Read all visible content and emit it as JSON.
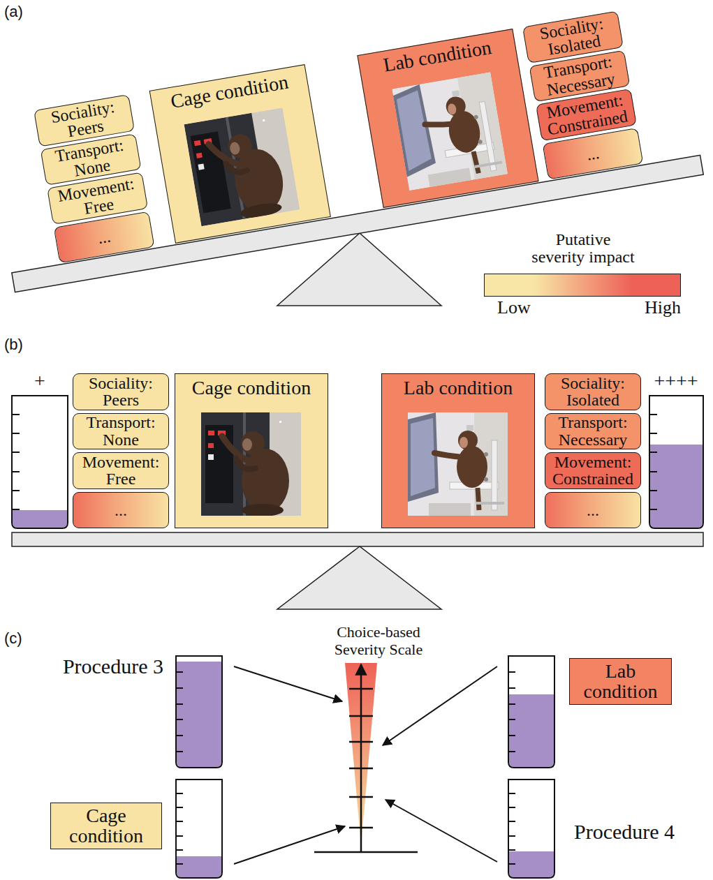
{
  "diagram": {
    "nodes": [
      {
        "text": [
          "Sociality: Peers"
        ]
      },
      {
        "text": [
          "Transport: None"
        ]
      },
      {
        "text": [
          "Movement: Free"
        ]
      },
      {
        "text": [
          "..."
        ]
      },
      {
        "text": [
          "Cage condition"
        ]
      },
      {
        "text": [
          "Lab condition"
        ]
      },
      {
        "text": [
          "Sociality: Isolated"
        ]
      },
      {
        "text": [
          "Transport: Necessary"
        ]
      },
      {
        "text": [
          "Movement: Constrained"
        ]
      },
      {
        "text": [
          "..."
        ]
      },
      {
        "text": [
          "Sociality: Peers"
        ]
      },
      {
        "text": [
          "Transport: None"
        ]
      },
      {
        "text": [
          "Movement: Free"
        ]
      },
      {
        "text": [
          "..."
        ]
      },
      {
        "text": [
          "Cage condition"
        ]
      },
      {
        "text": [
          "Lab condition"
        ]
      },
      {
        "text": [
          "Sociality: Isolated"
        ]
      },
      {
        "text": [
          "Transport: Necessary"
        ]
      },
      {
        "text": [
          "Movement: Constrained"
        ]
      },
      {
        "text": [
          "..."
        ]
      },
      {
        "text": [
          "Lab condition"
        ]
      },
      {
        "text": [
          "Cage condition"
        ]
      }
    ],
    "labels": [
      "(a)",
      "Putative severity impact",
      "(b)",
      "+",
      "++++",
      "(c)",
      "Choice-based Severity Scale",
      "Procedure 3",
      "Procedure 4"
    ],
    "legend": [
      {
        "text": "Low",
        "color": "#f8e6a6"
      },
      {
        "text": "High",
        "color": "#ee6157"
      }
    ]
  }
}
